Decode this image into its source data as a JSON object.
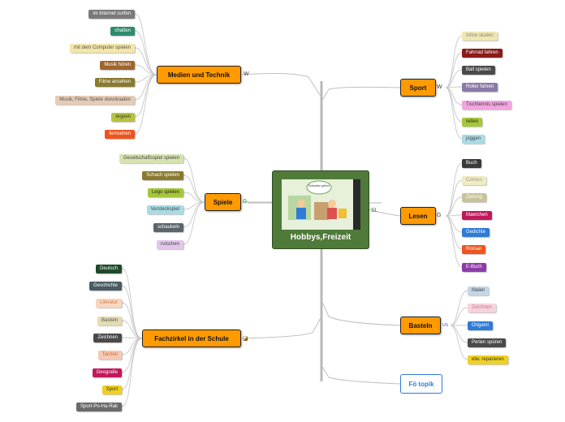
{
  "central": {
    "title": "Hobbys,Freizeit",
    "bubble_text": "Einkaufen gehen"
  },
  "new_topic": "Fö topik",
  "branches": {
    "medien": {
      "label": "Medien und Technik",
      "marker": "W",
      "items": [
        {
          "label": "im Internet surfen",
          "bg": "#7a7a7a",
          "fg": "#ffffff"
        },
        {
          "label": "chatten",
          "bg": "#2e8b6e",
          "fg": "#ffffff"
        },
        {
          "label": "mit dem Computer spielen",
          "bg": "#f2e6a8",
          "fg": "#555555"
        },
        {
          "label": "Musik hören",
          "bg": "#a0662e",
          "fg": "#ffffff"
        },
        {
          "label": "Filme ansehen",
          "bg": "#8a7a2e",
          "fg": "#ffffff"
        },
        {
          "label": "Musik, Filme, Spiele downloaden",
          "bg": "#e6cbb5",
          "fg": "#555555"
        },
        {
          "label": "skypen",
          "bg": "#b7c33e",
          "fg": "#333333"
        },
        {
          "label": "fernsehen",
          "bg": "#f0541e",
          "fg": "#ffffff"
        }
      ]
    },
    "spiele": {
      "label": "Spiele",
      "marker": "G",
      "items": [
        {
          "label": "Gesellschaftsspiel spielen",
          "bg": "#d6e3b0",
          "fg": "#444444"
        },
        {
          "label": "Schach spielen",
          "bg": "#8a7a2e",
          "fg": "#ffffff"
        },
        {
          "label": "Lego spielen",
          "bg": "#a6c73a",
          "fg": "#222222"
        },
        {
          "label": "Versteckspiel",
          "bg": "#a9dbe6",
          "fg": "#444444"
        },
        {
          "label": "schaukeln",
          "bg": "#5a646b",
          "fg": "#ffffff"
        },
        {
          "label": "rutschen",
          "bg": "#e2c6ea",
          "fg": "#444444"
        }
      ]
    },
    "fachzirkel": {
      "label": "Fachzirkel in der Schule",
      "marker": "◪",
      "items": [
        {
          "label": "Deutsch",
          "bg": "#1f4a2a",
          "fg": "#ffffff"
        },
        {
          "label": "Geschichte",
          "bg": "#4a5a62",
          "fg": "#ffffff"
        },
        {
          "label": "Literatur",
          "bg": "#f7d7bf",
          "fg": "#cc7a44"
        },
        {
          "label": "Basteln",
          "bg": "#e3dcb0",
          "fg": "#555555"
        },
        {
          "label": "Zeichnen",
          "bg": "#4a4a4a",
          "fg": "#ffffff"
        },
        {
          "label": "Tanzen",
          "bg": "#f6c9b2",
          "fg": "#cc6644"
        },
        {
          "label": "Geografie",
          "bg": "#c2185b",
          "fg": "#ffffff"
        },
        {
          "label": "Sport",
          "bg": "#f0d020",
          "fg": "#333333"
        },
        {
          "label": "Sport-Po-Ha-Rak",
          "bg": "#6a6a6a",
          "fg": "#ffffff"
        }
      ]
    },
    "sport": {
      "label": "Sport",
      "marker": "W",
      "items": [
        {
          "label": "Inline skaten",
          "bg": "#efe6b0",
          "fg": "#888888"
        },
        {
          "label": "Fahrrad fahren",
          "bg": "#8b1a1a",
          "fg": "#ffffff"
        },
        {
          "label": "Ball spielen",
          "bg": "#4a4a4a",
          "fg": "#ffffff"
        },
        {
          "label": "Roller fahren",
          "bg": "#8a7aa8",
          "fg": "#ffffff"
        },
        {
          "label": "Tischtennis spielen",
          "bg": "#f2a6e0",
          "fg": "#444444"
        },
        {
          "label": "reiten",
          "bg": "#a6c73a",
          "fg": "#222222"
        },
        {
          "label": "joggen",
          "bg": "#a9dbe6",
          "fg": "#444444"
        }
      ]
    },
    "lesen": {
      "label": "Lesen",
      "marker": "G",
      "items": [
        {
          "label": "Buch",
          "bg": "#3a3a3a",
          "fg": "#ffffff"
        },
        {
          "label": "Comics",
          "bg": "#f0ebc0",
          "fg": "#999999"
        },
        {
          "label": "Zeitung",
          "bg": "#c9c29a",
          "fg": "#ffffff"
        },
        {
          "label": "Maerchen",
          "bg": "#c2185b",
          "fg": "#ffffff"
        },
        {
          "label": "Gedichte",
          "bg": "#2f7bd6",
          "fg": "#ffffff"
        },
        {
          "label": "Roman",
          "bg": "#f0541e",
          "fg": "#ffffff"
        },
        {
          "label": "E-Buch",
          "bg": "#8e3aa8",
          "fg": "#ffffff"
        }
      ]
    },
    "basteln": {
      "label": "Basteln",
      "marker": "US",
      "items": [
        {
          "label": "Malen",
          "bg": "#c4d6e6",
          "fg": "#444444"
        },
        {
          "label": "Zeichnen",
          "bg": "#f7d3dc",
          "fg": "#cc7788"
        },
        {
          "label": "Origami",
          "bg": "#2f7bd6",
          "fg": "#ffffff"
        },
        {
          "label": "Perlen spüren",
          "bg": "#4a4a4a",
          "fg": "#ffffff"
        },
        {
          "label": "etw. reparieren",
          "bg": "#f0d020",
          "fg": "#333333"
        }
      ]
    }
  },
  "lesen_link_marker": "SL"
}
